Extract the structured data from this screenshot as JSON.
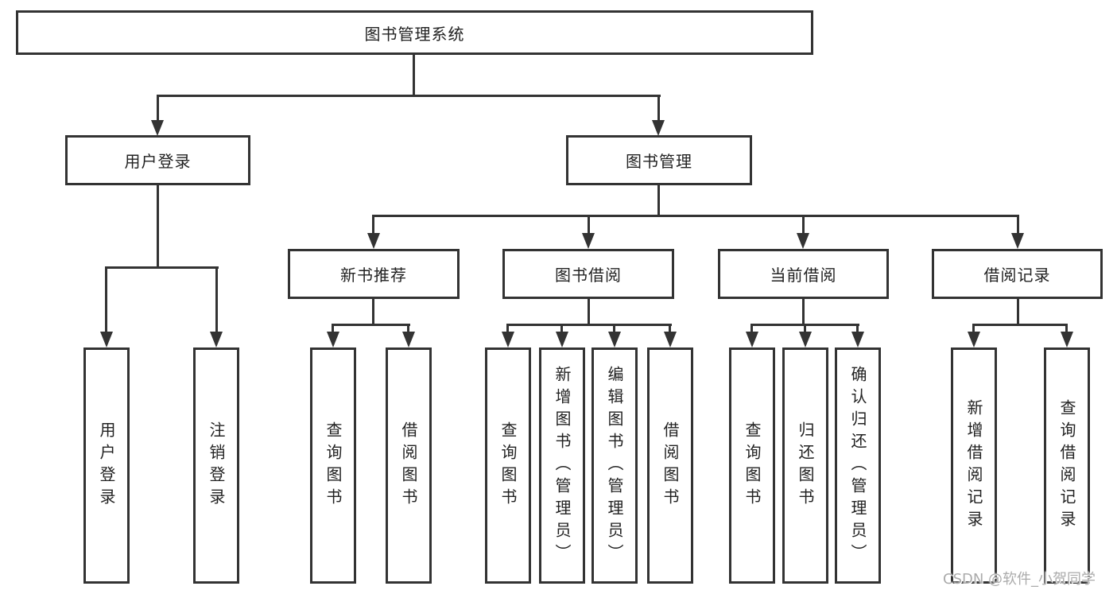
{
  "diagram": {
    "type": "tree",
    "title": "图书管理系统",
    "hierarchy": {
      "图书管理系统": [
        "用户登录",
        "图书管理"
      ],
      "用户登录": [
        "用户登录",
        "注销登录"
      ],
      "图书管理": [
        "新书推荐",
        "图书借阅",
        "当前借阅",
        "借阅记录"
      ],
      "新书推荐": [
        "查询图书",
        "借阅图书"
      ],
      "图书借阅": [
        "查询图书",
        "新增图书（管理员）",
        "编辑图书（管理员）",
        "借阅图书"
      ],
      "当前借阅": [
        "查询图书",
        "归还图书",
        "确认归还（管理员）"
      ],
      "借阅记录": [
        "新增借阅记录",
        "查询借阅记录"
      ]
    }
  },
  "nodes": {
    "root": "图书管理系统",
    "login": "用户登录",
    "mgmt": "图书管理",
    "rec": "新书推荐",
    "bor": "图书借阅",
    "cur": "当前借阅",
    "rcd": "借阅记录",
    "leaf_login": "用户登录",
    "leaf_logout": "注销登录",
    "rec_query": "查询图书",
    "rec_borrow": "借阅图书",
    "bor_query": "查询图书",
    "bor_add": "新增图书（管理员）",
    "bor_edit": "编辑图书（管理员）",
    "bor_borrow": "借阅图书",
    "cur_query": "查询图书",
    "cur_return": "归还图书",
    "cur_confirm": "确认归还（管理员）",
    "rcd_add": "新增借阅记录",
    "rcd_query": "查询借阅记录"
  },
  "watermark": {
    "text": "CSDN @软件_小贺同学"
  },
  "colors": {
    "line": "#333333",
    "text": "#222222",
    "box_bg": "#ffffff",
    "watermark": "#ababab",
    "background": "#ffffff"
  }
}
